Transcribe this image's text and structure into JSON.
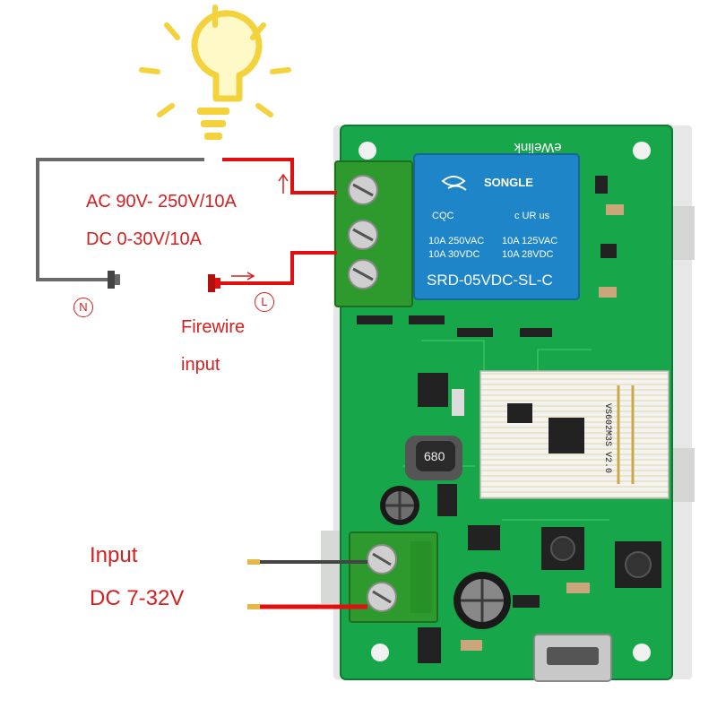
{
  "labels": {
    "ac_rating": "AC 90V- 250V/10A",
    "dc_rating": "DC 0-30V/10A",
    "neutral": "N",
    "live": "L",
    "firewire": "Firewire",
    "firewire_sub": "input",
    "power_input": "Input",
    "power_range": "DC 7-32V"
  },
  "board": {
    "brand": "eWelink",
    "relay_brand": "SONGLE",
    "relay_rating_1": "10A 250VAC",
    "relay_rating_2": "10A 125VAC",
    "relay_rating_3": "10A 30VDC",
    "relay_rating_4": "10A 28VDC",
    "relay_model": "SRD-05VDC-SL-C",
    "relay_cert_1": "CQC",
    "relay_cert_2": "c UR us",
    "inductor_value": "680",
    "wifi_module": "VS602M3S V2.0"
  },
  "colors": {
    "pcb": "#16a34a",
    "terminal": "#2e9a2e",
    "relay": "#1e86c8",
    "live_wire": "#e01010",
    "neutral_wire": "#666666",
    "bulb": "#f7e24b"
  }
}
